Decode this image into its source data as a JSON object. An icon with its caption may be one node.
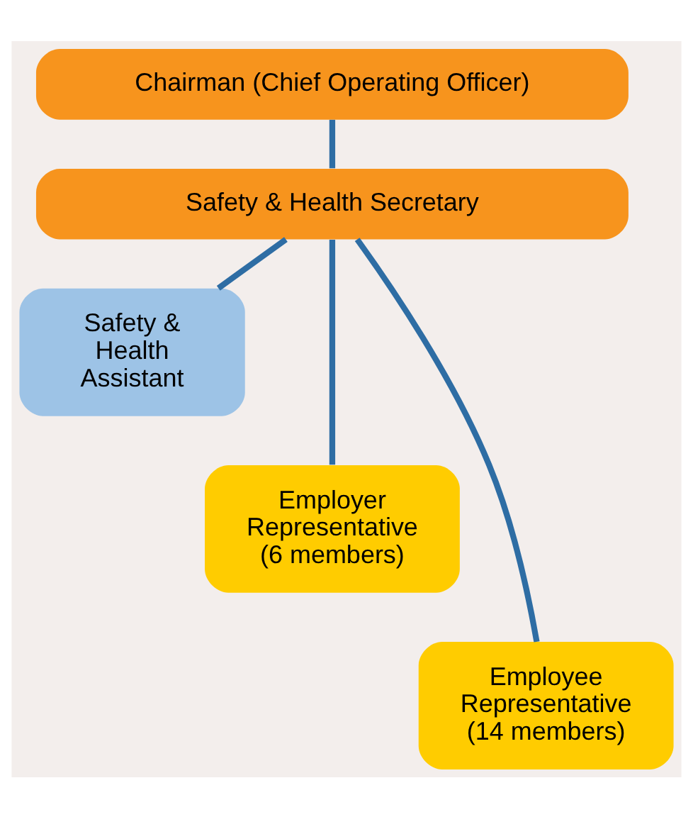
{
  "diagram": {
    "nodes": [
      {
        "text": [
          "Chairman (Chief Operating Officer)"
        ]
      },
      {
        "text": [
          "Safety & Health Secretary"
        ]
      },
      {
        "text": [
          "Safety & Health Assistant"
        ]
      },
      {
        "text": [
          "Employer Representative (6 members)"
        ]
      },
      {
        "text": [
          "Employee Representative (14 members)"
        ]
      }
    ],
    "edges": [
      {
        "from": 0,
        "to": 1,
        "arrow": "none"
      },
      {
        "from": 1,
        "to": 2,
        "arrow": "none"
      },
      {
        "from": 1,
        "to": 3,
        "arrow": "none"
      },
      {
        "from": 1,
        "to": 4,
        "arrow": "none"
      }
    ]
  }
}
